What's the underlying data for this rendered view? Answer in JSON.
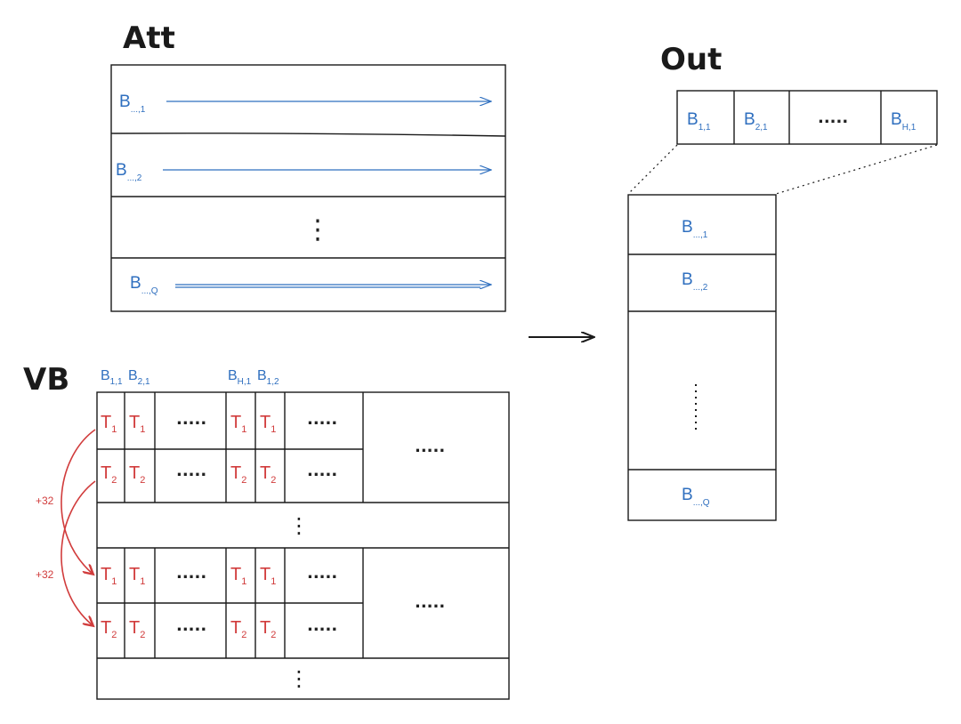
{
  "titles": {
    "att": "Att",
    "out": "Out",
    "vb": "VB"
  },
  "att_rows": [
    {
      "base": "B",
      "sub": "...,1"
    },
    {
      "base": "B",
      "sub": "...,2"
    },
    {
      "base": "B",
      "sub": "...,Q"
    }
  ],
  "out_header": [
    {
      "base": "B",
      "sub": "1,1"
    },
    {
      "base": "B",
      "sub": "2,1"
    },
    {
      "base": "B",
      "sub": "H,1"
    }
  ],
  "out_column": [
    {
      "base": "B",
      "sub": "...,1"
    },
    {
      "base": "B",
      "sub": "...,2"
    },
    {
      "base": "B",
      "sub": "...,Q"
    }
  ],
  "vb_headers": [
    {
      "base": "B",
      "sub": "1,1"
    },
    {
      "base": "B",
      "sub": "2,1"
    },
    {
      "base": "B",
      "sub": "H,1"
    },
    {
      "base": "B",
      "sub": "1,2"
    }
  ],
  "tokens": {
    "t1": {
      "base": "T",
      "sub": "1"
    },
    "t2": {
      "base": "T",
      "sub": "2"
    }
  },
  "ellipsis_h": ".....",
  "ellipsis_v": "⋮",
  "offsets": [
    "+32",
    "+32"
  ],
  "colors": {
    "line": "#1a1a1a",
    "blue": "#2f6fbf",
    "red": "#d13c3c"
  }
}
